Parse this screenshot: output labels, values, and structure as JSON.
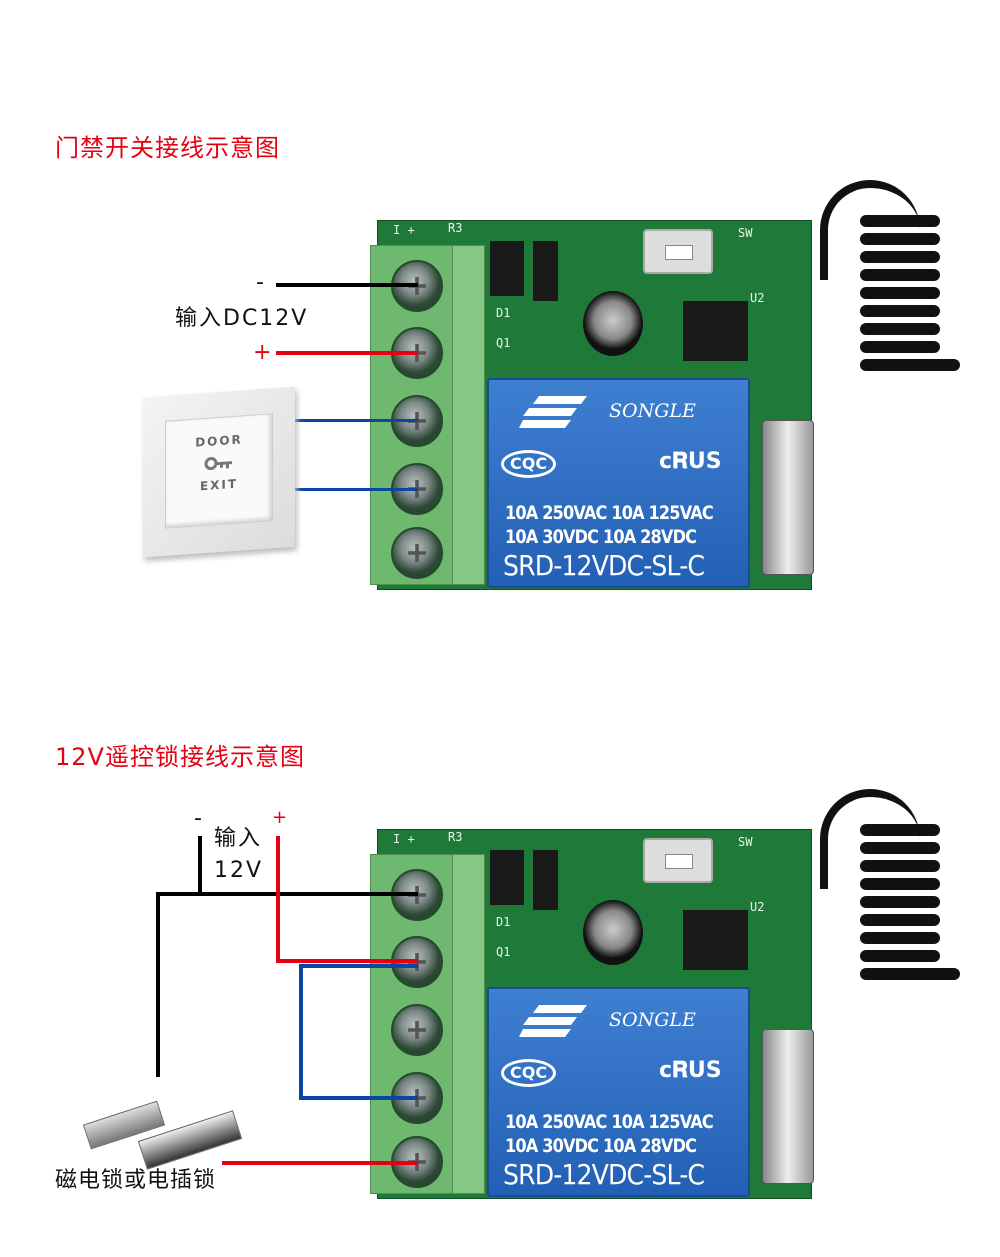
{
  "diagram1": {
    "title": "门禁开关接线示意图",
    "minus": "-",
    "input_label": "输入DC12V",
    "plus": "+",
    "door_button": {
      "top": "DOOR",
      "bottom": "EXIT"
    }
  },
  "diagram2": {
    "title": "12V遥控锁接线示意图",
    "minus": "-",
    "plus": "+",
    "input_line1": "输入",
    "input_line2": "12V",
    "lock_label": "磁电锁或电插锁"
  },
  "board": {
    "pcb_labels": {
      "terminal": "I  +",
      "r3": "R3",
      "sw": "SW",
      "u2": "U2",
      "d1": "D1",
      "q1": "Q1"
    },
    "relay": {
      "brand": "SONGLE",
      "cqc": "CQC",
      "ul": "c𝐑US",
      "rating1": "10A 250VAC  10A 125VAC",
      "rating2": "10A  30VDC  10A  28VDC",
      "model": "SRD-12VDC-SL-C"
    }
  },
  "colors": {
    "title": "#e60012",
    "wire_red": "#e60012",
    "wire_blue": "#0a47a0",
    "wire_black": "#000000"
  }
}
